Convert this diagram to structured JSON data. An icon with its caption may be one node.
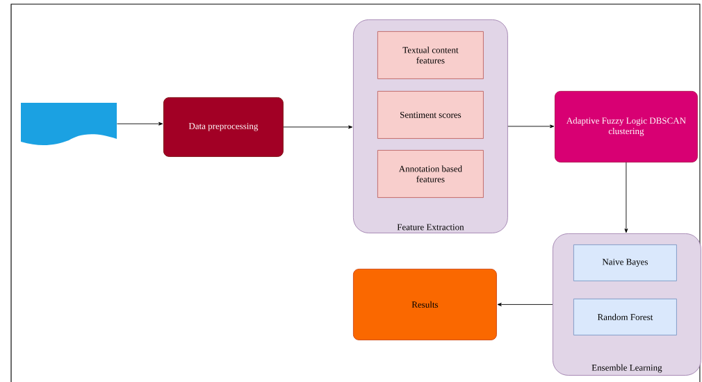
{
  "diagram": {
    "nodes": [
      {
        "text": [],
        "shape": "document"
      },
      {
        "text": [
          "Data preprocessing"
        ]
      },
      {
        "text": [
          "Feature Extraction"
        ]
      },
      {
        "text": [
          "Textual content features"
        ],
        "in": 2
      },
      {
        "text": [
          "Sentiment scores"
        ],
        "in": 2
      },
      {
        "text": [
          "Annotation based features"
        ],
        "in": 2
      },
      {
        "text": [
          "Adaptive Fuzzy Logic DBSCAN clustering"
        ]
      },
      {
        "text": [
          "Ensemble Learning"
        ]
      },
      {
        "text": [
          "Naive Bayes"
        ],
        "in": 7
      },
      {
        "text": [
          "Random Forest"
        ],
        "in": 7
      },
      {
        "text": [
          "Results"
        ]
      }
    ],
    "edges": [
      {
        "from": 0,
        "to": 1,
        "arrow": "to"
      },
      {
        "from": 1,
        "to": 2,
        "arrow": "to"
      },
      {
        "from": 2,
        "to": 6,
        "arrow": "to"
      },
      {
        "from": 6,
        "to": 7,
        "arrow": "to"
      },
      {
        "from": 7,
        "to": 10,
        "arrow": "to"
      }
    ]
  }
}
